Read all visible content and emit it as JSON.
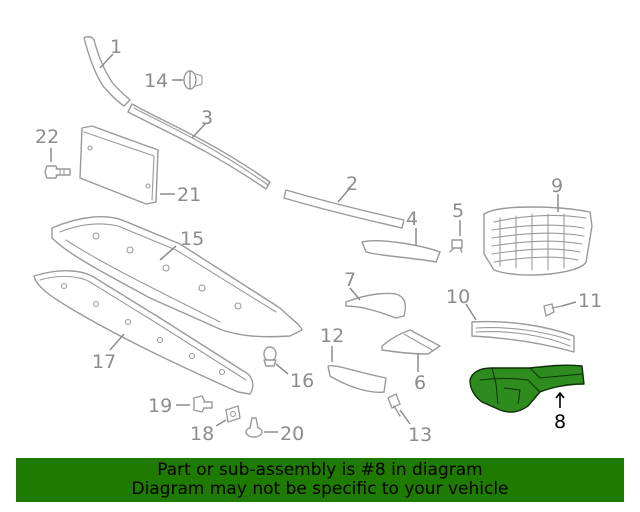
{
  "labels": {
    "n1": "1",
    "n2": "2",
    "n3": "3",
    "n4": "4",
    "n5": "5",
    "n6": "6",
    "n7": "7",
    "n8": "8",
    "n9": "9",
    "n10": "10",
    "n11": "11",
    "n12": "12",
    "n13": "13",
    "n14": "14",
    "n15": "15",
    "n16": "16",
    "n17": "17",
    "n18": "18",
    "n19": "19",
    "n20": "20",
    "n21": "21",
    "n22": "22"
  },
  "highlight": {
    "part_number": "8",
    "color": "#2e8b1e"
  },
  "banner": {
    "line1": "Part or sub-assembly is #8 in diagram",
    "line2": "Diagram may not be specific to your vehicle",
    "background": "#1f7a00"
  },
  "colors": {
    "line_art": "#9a9a9a",
    "label": "#8c8c8c"
  }
}
